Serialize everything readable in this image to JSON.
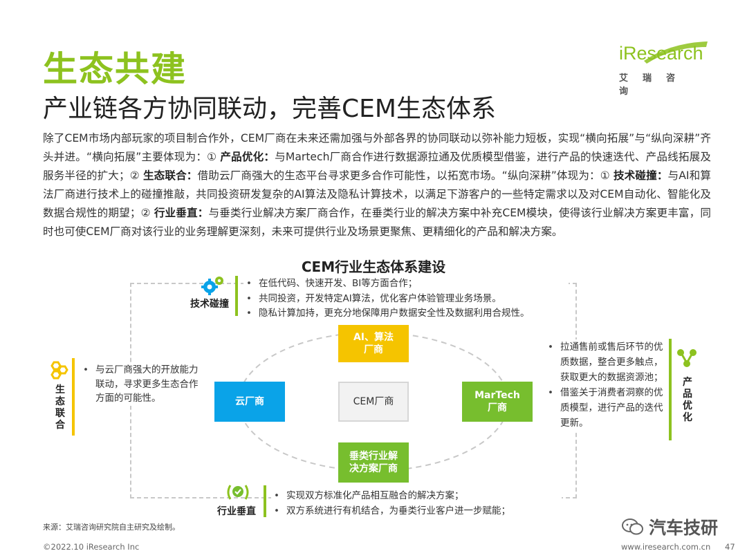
{
  "header": {
    "title": "生态共建",
    "subtitle": "产业链各方协同联动，完善CEM生态体系"
  },
  "logo": {
    "name": "iResearch",
    "subtitle": "艾瑞咨询"
  },
  "intro": [
    {
      "text": "除了CEM市场内部玩家的项目制合作外，CEM厂商在未来还需加强与外部各界的协同联动以弥补能力短板，实现“横向拓展”与“纵向深耕”齐头并进。“横向拓展”主要体现为：① ",
      "bold": false
    },
    {
      "text": "产品优化：",
      "bold": true
    },
    {
      "text": "与Martech厂商合作进行数据源拉通及优质模型借鉴，进行产品的快速迭代、产品线拓展及服务半径的扩大；② ",
      "bold": false
    },
    {
      "text": "生态联合：",
      "bold": true
    },
    {
      "text": "借助云厂商强大的生态平台寻求更多合作可能性，以拓宽市场。“纵向深耕”体现为：① ",
      "bold": false
    },
    {
      "text": "技术碰撞：",
      "bold": true
    },
    {
      "text": "与AI和算法厂商进行技术上的碰撞推敲，共同投资研发复杂的AI算法及隐私计算技术，以满足下游客户的一些特定需求以及对CEM自动化、智能化及数据合规性的期望；② ",
      "bold": false
    },
    {
      "text": "行业垂直：",
      "bold": true
    },
    {
      "text": "与垂类行业解决方案厂商合作，在垂类行业的解决方案中补充CEM模块，使得该行业解决方案更丰富，同时也可使CEM厂商对该行业的业务理解更深刻，未来可提供行业及场景更聚焦、更精细化的产品和解决方案。",
      "bold": false
    }
  ],
  "diagram": {
    "title": "CEM行业生态体系建设",
    "boxes": {
      "center": "CEM厂商",
      "top": "AI、算法\n厂商",
      "left": "云厂商",
      "right": "MarTech\n厂商",
      "bottom": "垂类行业解\n决方案厂商"
    },
    "categories": {
      "tech": {
        "label": "技术碰撞",
        "icon": "gear-icon",
        "bullets": [
          "在低代码、快速开发、BI等方面合作；",
          "共同投资，开发特定AI算法，优化客户体验管理业务场景。",
          "隐私计算加持，更充分地保障用户数据安全性及数据利用合规性。"
        ]
      },
      "eco": {
        "label": "生态联合",
        "icon": "honeycomb-icon",
        "bullets": [
          "与云厂商强大的开放能力联动，寻求更多生态合作方面的可能性。"
        ]
      },
      "prod": {
        "label": "产品优化",
        "icon": "share-icon",
        "bullets": [
          "拉通售前或售后环节的优质数据，整合更多触点，获取更大的数据资源池；",
          "借鉴关于消费者洞察的优质模型，进行产品的迭代更新。"
        ]
      },
      "vert": {
        "label": "行业垂直",
        "icon": "wreath-icon",
        "bullets": [
          "实现双方标准化产品相互融合的解决方案；",
          "双方系统进行有机结合，为垂类行业客户进一步赋能；"
        ]
      }
    },
    "colors": {
      "green": "#77be2e",
      "yellow": "#f5c400",
      "blue": "#0aa3e8",
      "grey": "#f2f2f2"
    }
  },
  "footer": {
    "source": "来源：艾瑞咨询研究院自主研究及绘制。",
    "copyright": "©2022.10 iResearch Inc",
    "website": "www.iresearch.com.cn",
    "page": "47",
    "watermark": "汽车技研"
  }
}
